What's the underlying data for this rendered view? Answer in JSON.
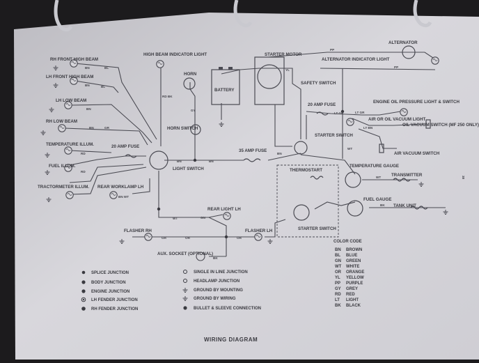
{
  "diagram": {
    "title": "WIRING DIAGRAM",
    "page_number": "38",
    "components": {
      "rh_front_high_beam": "RH FRONT HIGH BEAM",
      "lh_front_high_beam": "LH FRONT HIGH BEAM",
      "lh_low_beam": "LH LOW BEAM",
      "rh_low_beam": "RH LOW BEAM",
      "temperature_illum": "TEMPERATURE ILLUM.",
      "fuel_illum": "FUEL ILLUM.",
      "tractormeter_illum": "TRACTORMETER ILLUM.",
      "high_beam_indicator": "HIGH BEAM INDICATOR LIGHT",
      "horn": "HORN",
      "horn_switch": "HORN SWITCH",
      "battery": "BATTERY",
      "starter_motor": "STARTER MOTOR",
      "safety_switch": "SAFETY SWITCH",
      "alternator": "ALTERNATOR",
      "alternator_indicator": "ALTERNATOR INDICATOR LIGHT",
      "fuse_20_right": "20 AMP FUSE",
      "engine_oil_pressure": "ENGINE OIL PRESSURE LIGHT & SWITCH",
      "air_or_oil_vacuum_light": "AIR OR OIL VACUUM LIGHT",
      "oil_vacuum_switch": "OIL VACUUM SWITCH (MF 250 ONLY)",
      "starter_switch_upper": "STARTER SWITCH",
      "air_vacuum_switch": "AIR VACUUM SWITCH",
      "fuse_20_left": "20 AMP FUSE",
      "fuse_35": "35 AMP FUSE",
      "light_switch": "LIGHT SWITCH",
      "rear_worklamp": "REAR WORKLAMP LH",
      "thermostart": "THERMOSTART",
      "starter_switch_lower": "STARTER SWITCH",
      "temperature_gauge": "TEMPERATURE GAUGE",
      "transmitter": "TRANSMITTER",
      "fuel_gauge": "FUEL GAUGE",
      "tank_unit": "TANK UNIT",
      "rear_light_lh": "REAR LIGHT LH",
      "flasher_rh": "FLASHER RH",
      "flasher_lh": "FLASHER LH",
      "aux_socket": "AUX. SOCKET (OPTIONAL)"
    },
    "wire_labels": {
      "bn": "BN",
      "bl": "BL",
      "gn": "GN",
      "wt": "WT",
      "or": "OR",
      "yl": "YL",
      "pp": "PP",
      "gy": "GY",
      "rd": "RD",
      "lt": "LT",
      "bk": "BK",
      "gr": "GR",
      "lt_gr": "LT GR",
      "bk_bn": "BK BN",
      "bn_wt": "BN WT",
      "rd_bk": "RD BK",
      "lt_bn": "LT BN"
    },
    "legend": [
      {
        "symbol": "splice",
        "label": "SPLICE JUNCTION"
      },
      {
        "symbol": "body",
        "label": "BODY JUNCTION"
      },
      {
        "symbol": "engine",
        "label": "ENGINE JUNCTION"
      },
      {
        "symbol": "lh-fender",
        "label": "LH FENDER JUNCTION"
      },
      {
        "symbol": "rh-fender",
        "label": "RH FENDER JUNCTION"
      },
      {
        "symbol": "single-in-line",
        "label": "SINGLE IN LINE JUNCTION"
      },
      {
        "symbol": "headlamp",
        "label": "HEADLAMP JUNCTION"
      },
      {
        "symbol": "ground-mounting",
        "label": "GROUND BY MOUNTING"
      },
      {
        "symbol": "ground-wiring",
        "label": "GROUND BY WIRING"
      },
      {
        "symbol": "bullet-sleeve",
        "label": "BULLET & SLEEVE CONNECTION"
      }
    ],
    "color_code": {
      "heading": "COLOR CODE",
      "entries": [
        {
          "code": "BN",
          "name": "BROWN"
        },
        {
          "code": "BL",
          "name": "BLUE"
        },
        {
          "code": "GN",
          "name": "GREEN"
        },
        {
          "code": "WT",
          "name": "WHITE"
        },
        {
          "code": "OR",
          "name": "ORANGE"
        },
        {
          "code": "YL",
          "name": "YELLOW"
        },
        {
          "code": "PP",
          "name": "PURPLE"
        },
        {
          "code": "GY",
          "name": "GREY"
        },
        {
          "code": "RD",
          "name": "RED"
        },
        {
          "code": "LT",
          "name": "LIGHT"
        },
        {
          "code": "BK",
          "name": "BLACK"
        }
      ]
    }
  },
  "colors": {
    "background": "#1c1b1d",
    "paper": "#d9d8dc",
    "ink": "#3a3a40",
    "binder_ring": "#c9c9cf"
  }
}
